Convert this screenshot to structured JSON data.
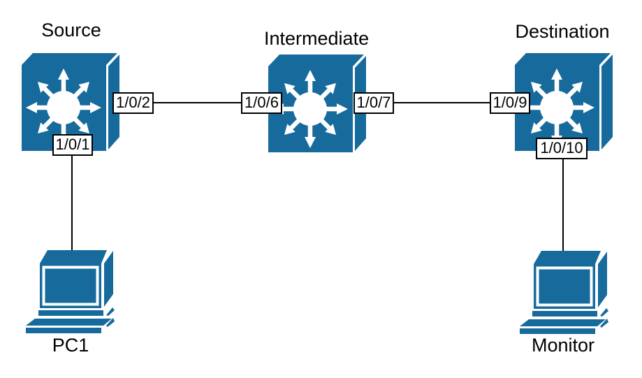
{
  "diagram": {
    "type": "network-topology",
    "colors": {
      "background": "#ffffff",
      "device": "#176A9C",
      "link": "#000000",
      "port_label_bg": "#ffffff",
      "port_label_border": "#000000",
      "text": "#000000"
    },
    "devices": [
      {
        "id": "source",
        "kind": "switch",
        "label": "Source"
      },
      {
        "id": "intermediate",
        "kind": "switch",
        "label": "Intermediate"
      },
      {
        "id": "destination",
        "kind": "switch",
        "label": "Destination"
      },
      {
        "id": "pc1",
        "kind": "workstation",
        "label": "PC1"
      },
      {
        "id": "monitor",
        "kind": "workstation",
        "label": "Monitor"
      }
    ],
    "port_labels": {
      "source_down": "1/0/1",
      "source_right": "1/0/2",
      "intermediate_left": "1/0/6",
      "intermediate_right": "1/0/7",
      "destination_left": "1/0/9",
      "destination_down": "1/0/10"
    },
    "links": [
      {
        "from": "Source",
        "from_port": "1/0/2",
        "to": "Intermediate",
        "to_port": "1/0/6"
      },
      {
        "from": "Intermediate",
        "from_port": "1/0/7",
        "to": "Destination",
        "to_port": "1/0/9"
      },
      {
        "from": "Source",
        "from_port": "1/0/1",
        "to": "PC1"
      },
      {
        "from": "Destination",
        "from_port": "1/0/10",
        "to": "Monitor"
      }
    ]
  }
}
